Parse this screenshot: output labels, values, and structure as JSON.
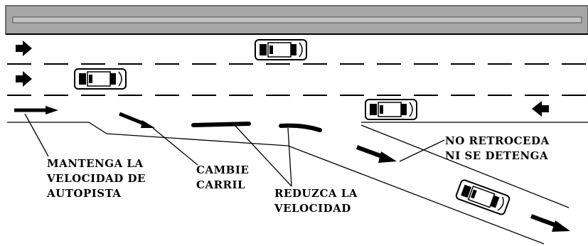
{
  "labels": {
    "maintain_speed": [
      "MANTENGA LA",
      "VELOCIDAD DE",
      "AUTOPISTA"
    ],
    "change_lane": [
      "CAMBIE",
      "CARRIL"
    ],
    "reduce_speed": [
      "REDUZCA LA",
      "VELOCIDAD"
    ],
    "no_reverse": [
      "NO RETROCEDA",
      "NI SE DETENGA"
    ]
  },
  "colors": {
    "barrier_fill": "#a6a6a6",
    "barrier_edge": "#4d4d4d",
    "ink": "#000000"
  },
  "icons": {
    "car": "car-top-view-icon",
    "arrow": "direction-arrow-icon"
  }
}
